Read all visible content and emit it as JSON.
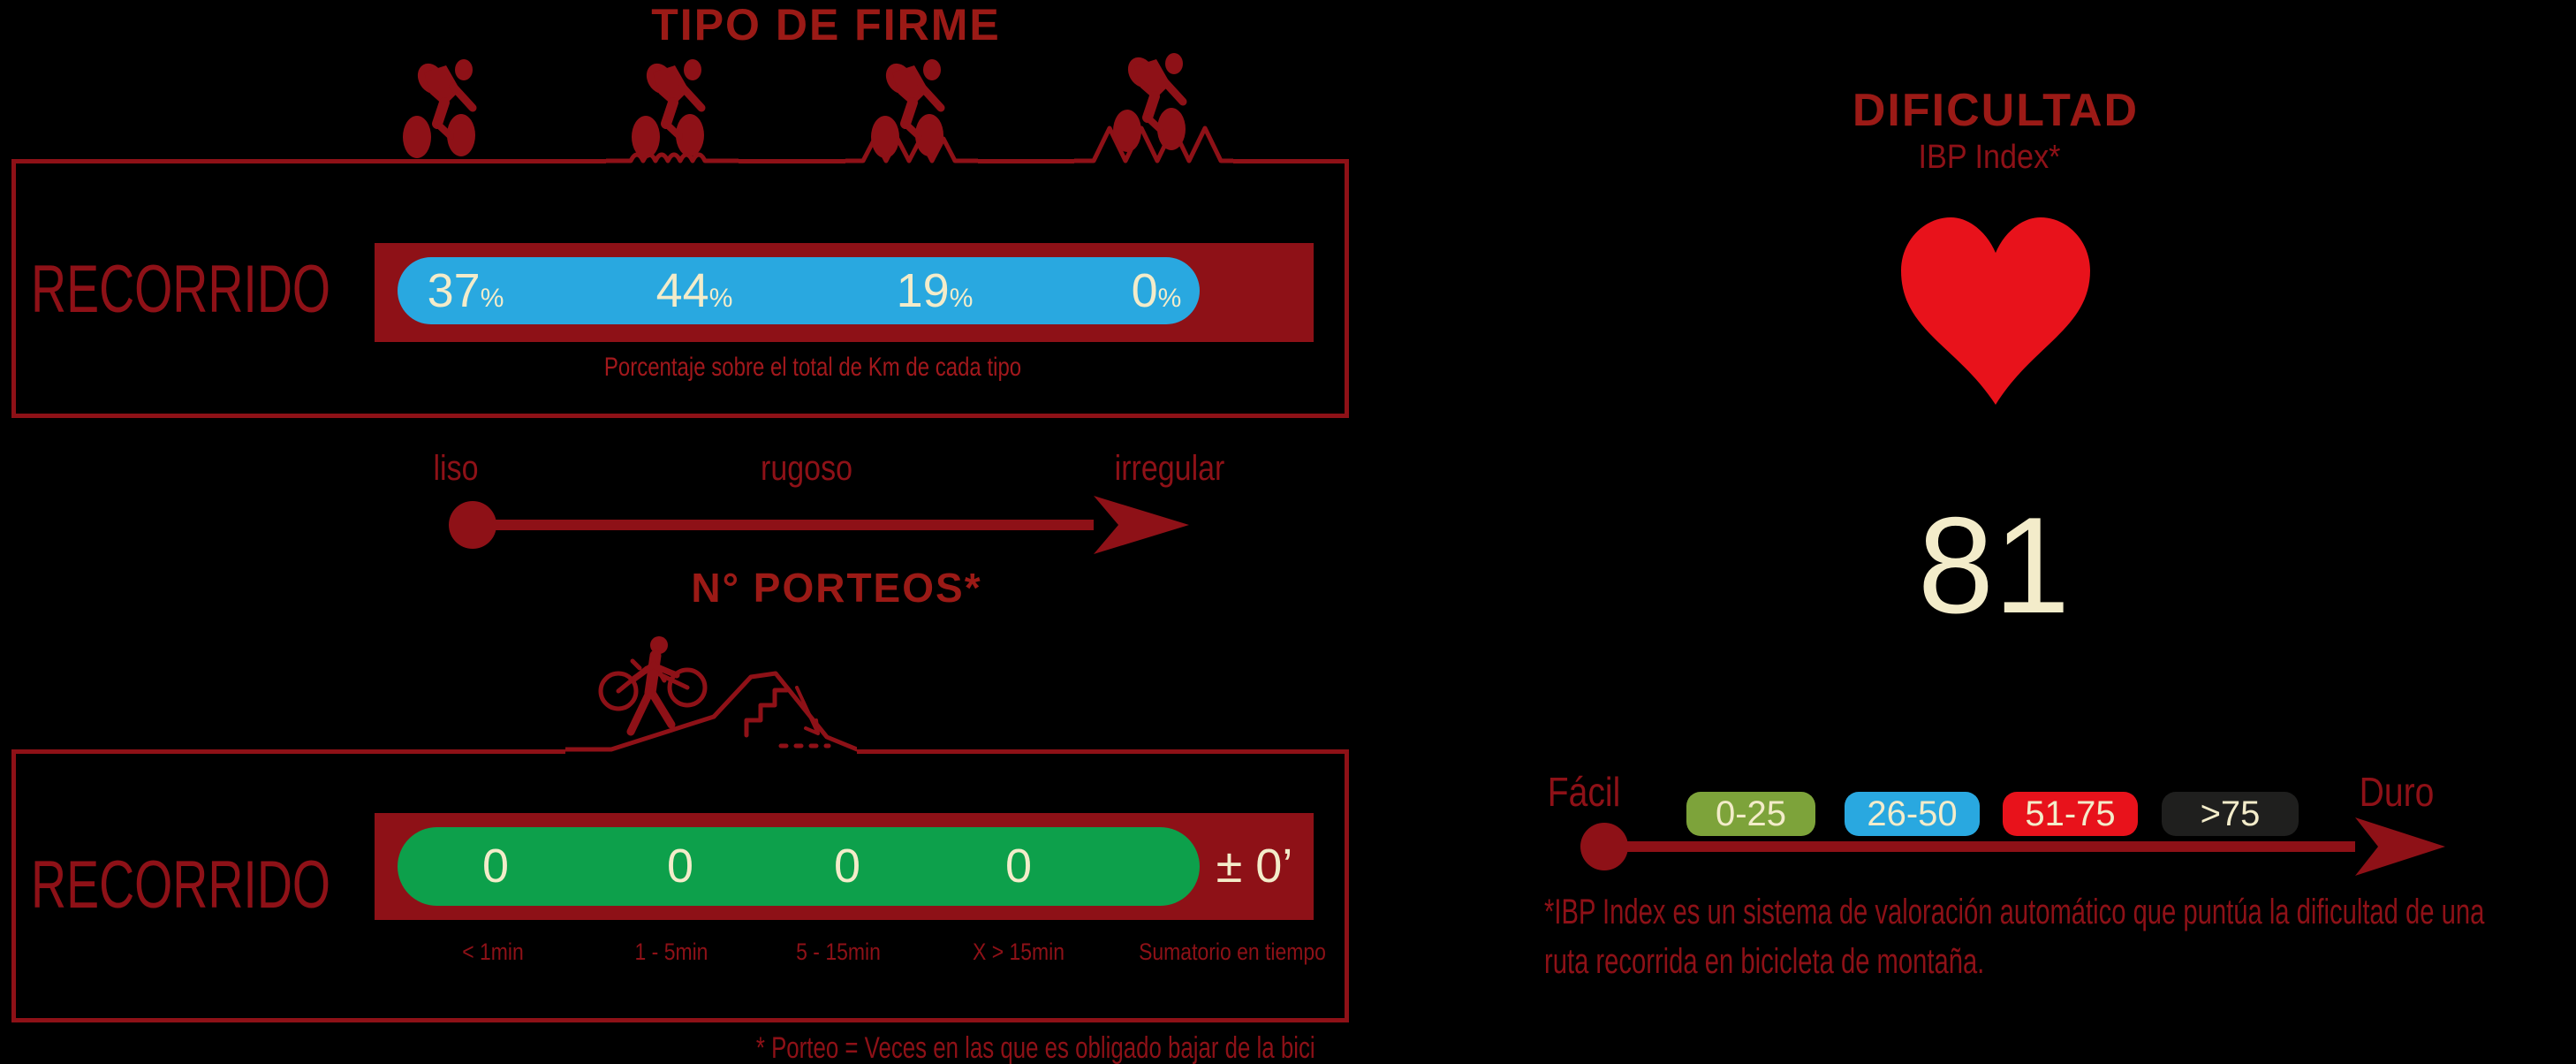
{
  "colors": {
    "background": "#000000",
    "dark_red": "#8e1117",
    "bright_red": "#e8121b",
    "blue": "#29a8e0",
    "green": "#0da04b",
    "olive_green": "#7da33a",
    "dark_badge": "#1f1f1e",
    "cream": "#f3ecca"
  },
  "chart_data": [
    {
      "type": "bar",
      "title": "TIPO DE FIRME",
      "categories": [
        "liso",
        "rugoso (poco)",
        "rugoso (medio)",
        "irregular"
      ],
      "values": [
        37,
        44,
        19,
        0
      ],
      "unit": "%",
      "note": "Porcentaje sobre el total de Km de cada tipo"
    },
    {
      "type": "bar",
      "title": "N° PORTEOS*",
      "categories": [
        "< 1min",
        "1 - 5min",
        "5 - 15min",
        "X > 15min"
      ],
      "values": [
        0,
        0,
        0,
        0
      ],
      "total": "± 0’",
      "note": "Sumatorio en tiempo"
    },
    {
      "type": "scale",
      "title": "DIFICULTAD IBP Index*",
      "score": 81,
      "ranges": [
        "0-25",
        "26-50",
        "51-75",
        ">75"
      ],
      "axis": [
        "Fácil",
        "Duro"
      ]
    }
  ],
  "tipo_de_firme": {
    "title": "TIPO DE FIRME",
    "recorrido_label": "RECORRIDO",
    "percent_sign": "%",
    "percentages": [
      {
        "value": "37"
      },
      {
        "value": "44"
      },
      {
        "value": "19"
      },
      {
        "value": "0"
      }
    ],
    "caption": "Porcentaje sobre el total de Km de cada tipo",
    "surface_scale": {
      "left": "liso",
      "middle": "rugoso",
      "right": "irregular"
    }
  },
  "porteos": {
    "title": "N° PORTEOS*",
    "recorrido_label": "RECORRIDO",
    "counts": [
      "0",
      "0",
      "0",
      "0"
    ],
    "total_time": "± 0’",
    "time_labels": [
      "< 1min",
      "1 - 5min",
      "5 - 15min",
      "X > 15min",
      "Sumatorio en tiempo"
    ],
    "footnote": "* Porteo = Veces en las que es obligado bajar de la bici"
  },
  "dificultad": {
    "title": "DIFICULTAD",
    "subtitle": "IBP Index*",
    "score": "81",
    "scale_left": "Fácil",
    "scale_right": "Duro",
    "ranges": [
      {
        "label": "0-25",
        "color": "#7da33a"
      },
      {
        "label": "26-50",
        "color": "#29a8e0"
      },
      {
        "label": "51-75",
        "color": "#e8121b"
      },
      {
        "label": ">75",
        "color": "#1f1f1e"
      }
    ],
    "footnote_line1": "*IBP Index es un sistema de valoración automático que puntúa la dificultad de una",
    "footnote_line2": "ruta recorrida en bicicleta de montaña."
  }
}
